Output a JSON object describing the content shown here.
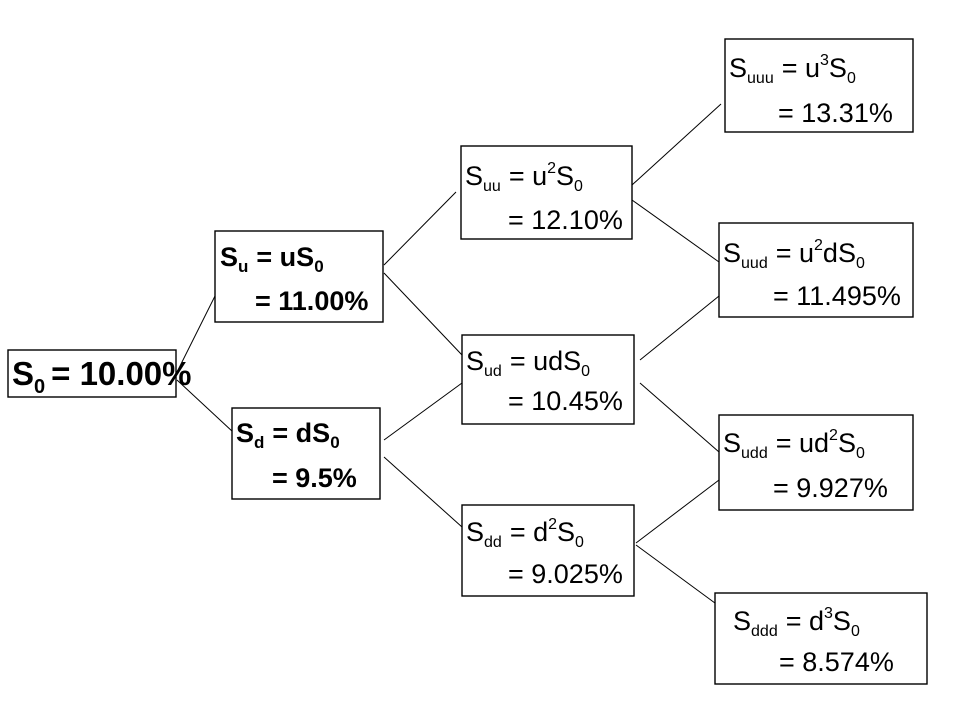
{
  "nodes": {
    "s0": {
      "sym": "S",
      "sub": "0",
      "rhs": "= 10.00%"
    },
    "su": {
      "sym": "S",
      "sub": "u",
      "rhs_pre": "= uS",
      "rhs_sub": "0",
      "val": "= 11.00%"
    },
    "sd": {
      "sym": "S",
      "sub": "d",
      "rhs_pre": "= dS",
      "rhs_sub": "0",
      "val": "= 9.5%"
    },
    "suu": {
      "sym": "S",
      "sub": "uu",
      "rhs_pre": "= u",
      "rhs_sup": "2",
      "rhs_post": "S",
      "rhs_sub": "0",
      "val": "= 12.10%"
    },
    "sud": {
      "sym": "S",
      "sub": "ud",
      "rhs_pre": "= udS",
      "rhs_sub": "0",
      "val": "= 10.45%"
    },
    "sdd": {
      "sym": "S",
      "sub": "dd",
      "rhs_pre": "= d",
      "rhs_sup": "2",
      "rhs_post": "S",
      "rhs_sub": "0",
      "val": "= 9.025%"
    },
    "suuu": {
      "sym": "S",
      "sub": "uuu",
      "rhs_pre": "= u",
      "rhs_sup": "3",
      "rhs_post": "S",
      "rhs_sub": "0",
      "val": "= 13.31%"
    },
    "suud": {
      "sym": "S",
      "sub": "uud",
      "rhs_pre": "= u",
      "rhs_sup": "2",
      "rhs_post": "dS",
      "rhs_sub": "0",
      "val": "= 11.495%"
    },
    "sudd": {
      "sym": "S",
      "sub": "udd",
      "rhs_pre": "= ud",
      "rhs_sup": "2",
      "rhs_post": "S",
      "rhs_sub": "0",
      "val": "= 9.927%"
    },
    "sddd": {
      "sym": "S",
      "sub": "ddd",
      "rhs_pre": "= d",
      "rhs_sup": "3",
      "rhs_post": "S",
      "rhs_sub": "0",
      "val": "= 8.574%"
    }
  }
}
